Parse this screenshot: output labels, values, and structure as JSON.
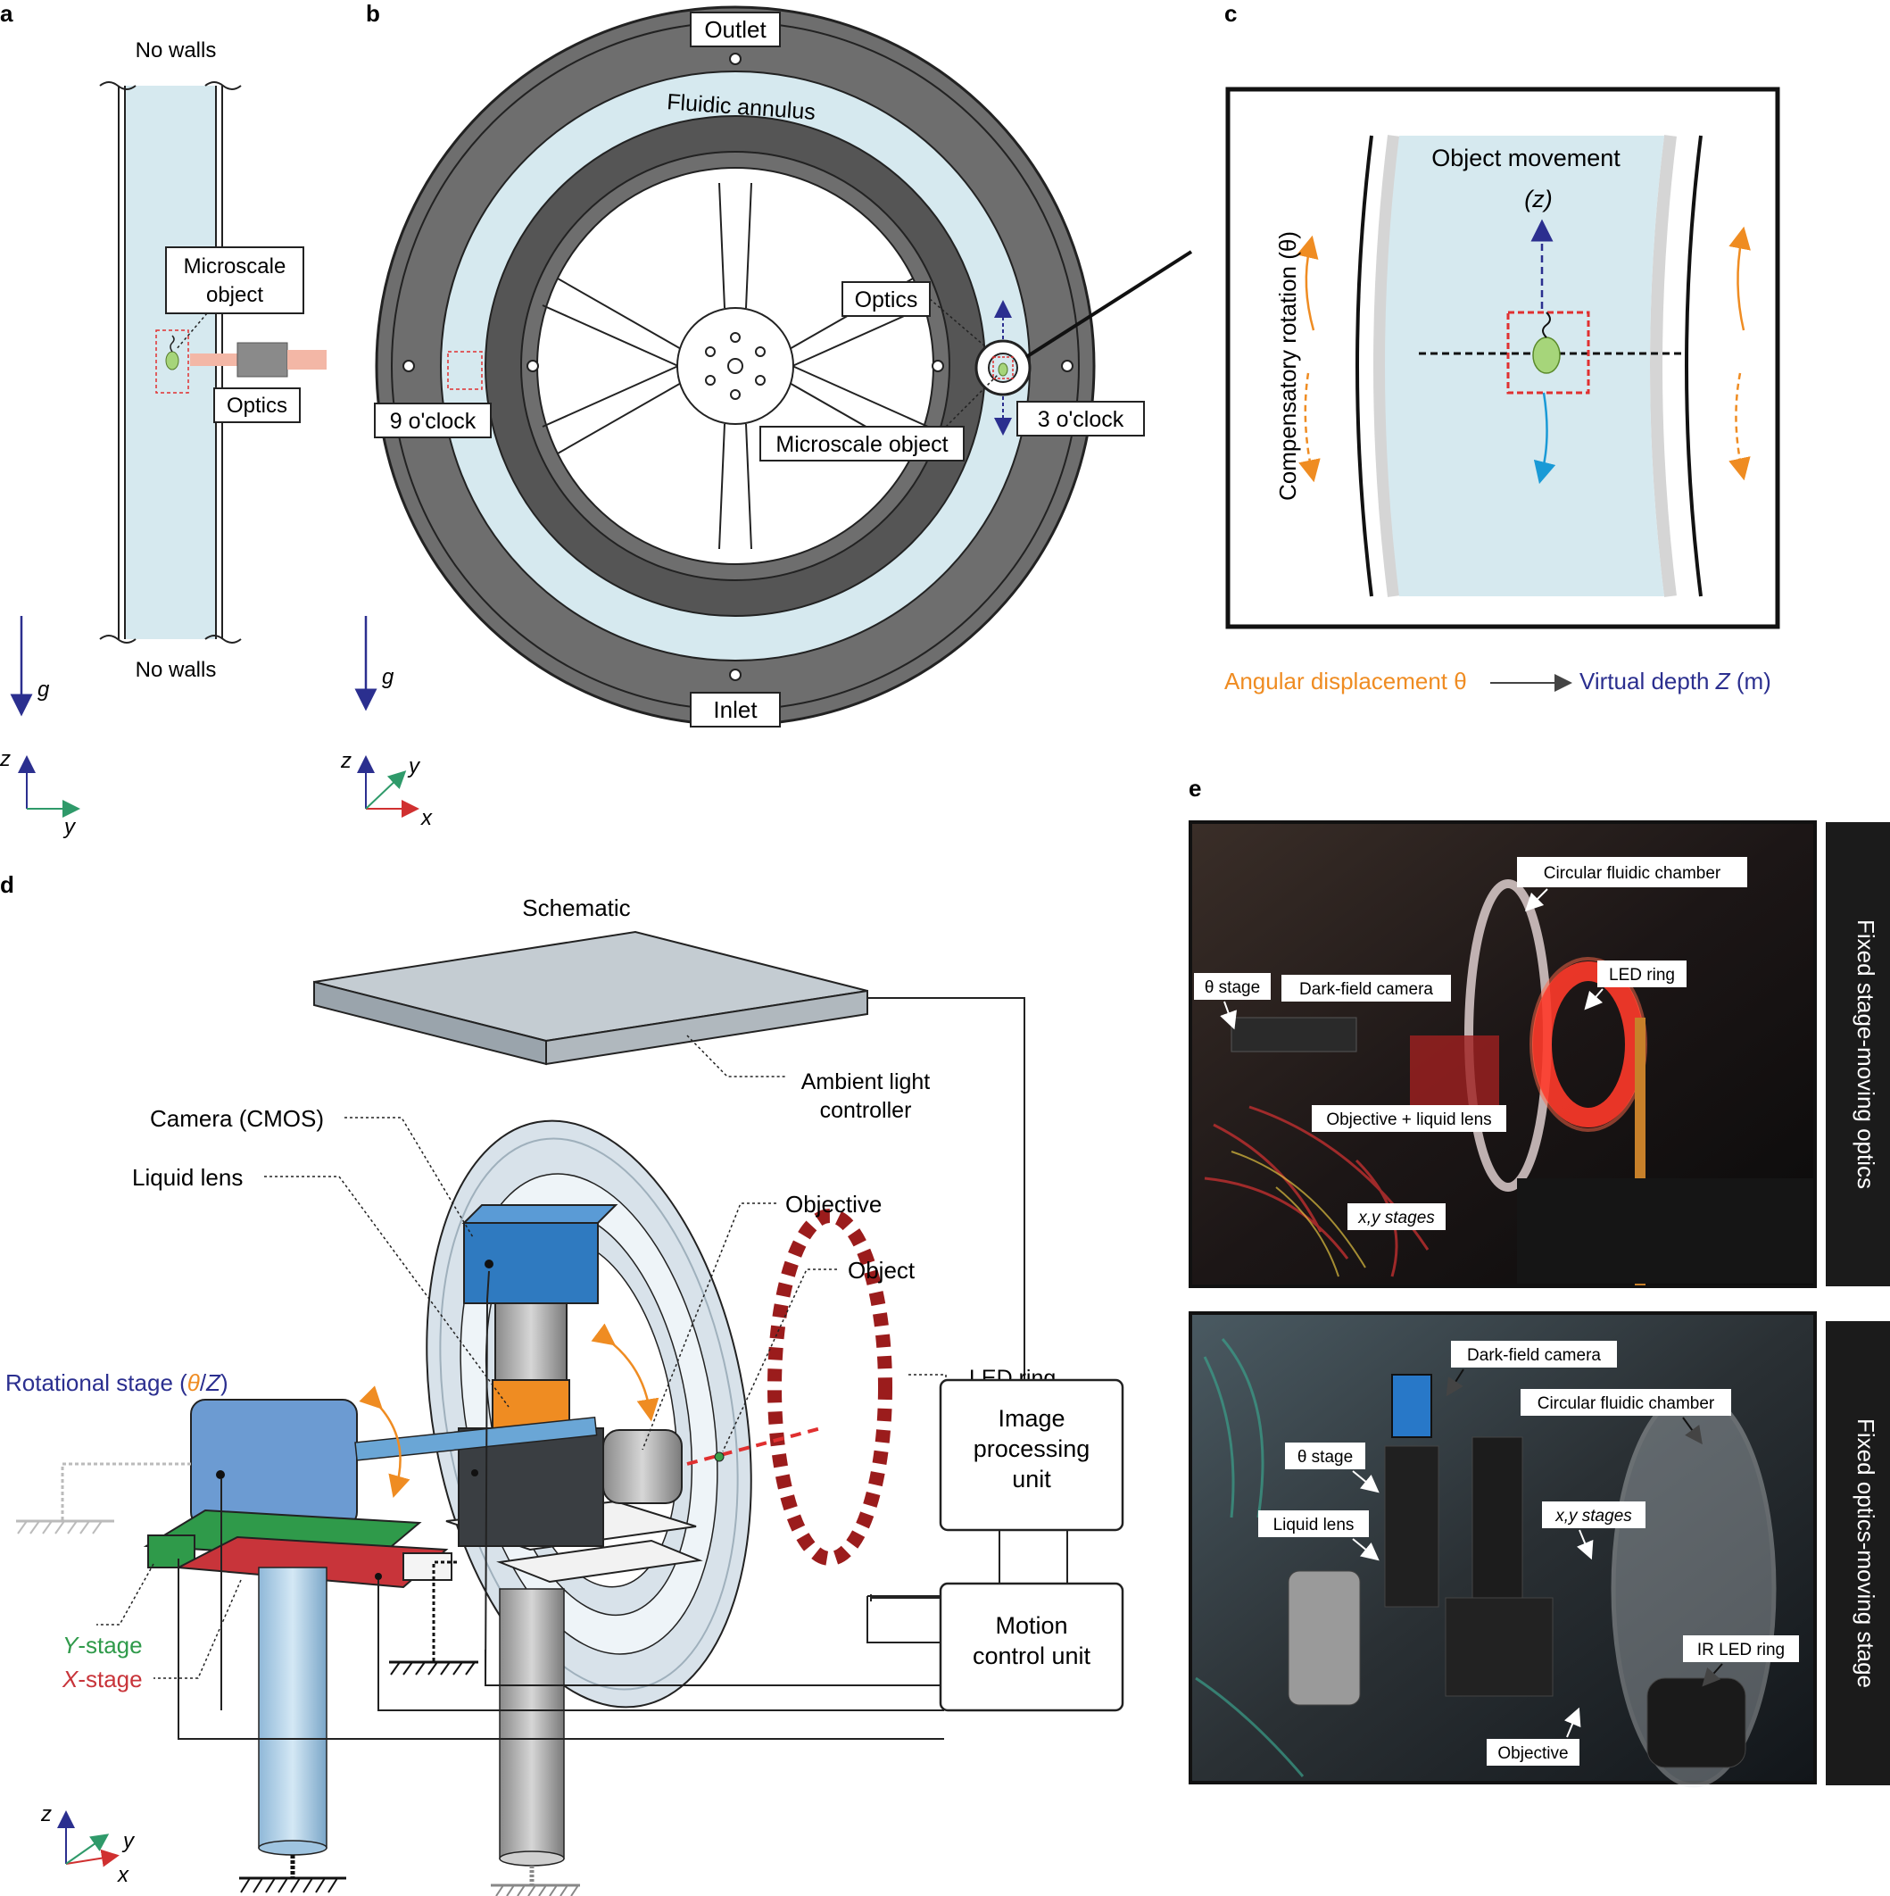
{
  "panels": {
    "a": {
      "letter": "a",
      "no_walls_top": "No walls",
      "no_walls_bottom": "No walls",
      "object_label_1": "Microscale",
      "object_label_2": "object",
      "optics": "Optics",
      "g": "g",
      "axis_z": "z",
      "axis_y": "y"
    },
    "b": {
      "letter": "b",
      "outlet": "Outlet",
      "inlet": "Inlet",
      "annulus": "Fluidic annulus",
      "optics": "Optics",
      "nine": "9 o'clock",
      "three": "3 o'clock",
      "object": "Microscale object",
      "g": "g",
      "axis_z": "z",
      "axis_y": "y",
      "axis_x": "x"
    },
    "c": {
      "letter": "c",
      "movement": "Object movement",
      "z": "(z)",
      "rotation": "Compensatory rotation (θ)",
      "angular": "Angular displacement θ",
      "virtual": "Virtual depth ",
      "virtual_z": "Z",
      "virtual_unit": " (m)"
    },
    "d": {
      "letter": "d",
      "schematic": "Schematic",
      "ambient_1": "Ambient light",
      "ambient_2": "controller",
      "camera": "Camera (CMOS)",
      "liquid_lens": "Liquid lens",
      "objective": "Objective",
      "object": "Object",
      "led_ring": "LED ring",
      "rot_stage_a": "Rotational stage (",
      "rot_stage_theta": "θ",
      "rot_stage_slash": "/",
      "rot_stage_z": "Z",
      "rot_stage_b": ")",
      "y_stage_a": "Y",
      "y_stage_b": "-stage",
      "x_stage_a": "X",
      "x_stage_b": "-stage",
      "ipu_1": "Image",
      "ipu_2": "processing",
      "ipu_3": "unit",
      "mcu_1": "Motion",
      "mcu_2": "control unit",
      "axis_z": "z",
      "axis_y": "y",
      "axis_x": "x"
    },
    "e": {
      "letter": "e",
      "top_side": "Fixed stage-moving optics",
      "top_labels": {
        "chamber": "Circular fluidic chamber",
        "theta": "θ stage",
        "darkfield": "Dark-field camera",
        "led": "LED ring",
        "objective": "Objective + liquid lens",
        "xy": "x,y stages"
      },
      "bottom_side": "Fixed optics-moving stage",
      "bottom_labels": {
        "darkfield": "Dark-field camera",
        "chamber": "Circular fluidic chamber",
        "theta": "θ stage",
        "liquid": "Liquid lens",
        "xy": "x,y stages",
        "ir_led": "IR LED ring",
        "objective": "Objective"
      }
    }
  },
  "colors": {
    "fluid": "#d6e9ef",
    "ring_dark": "#6e6e6e",
    "ring_darker": "#555555",
    "orange": "#ef8c22",
    "blue_text": "#2b2f8f",
    "green_stage": "#2f9a4a",
    "red_stage": "#c8343a",
    "camera_blue": "#2f7ac0",
    "object_green": "#a6d57a",
    "led_red": "#9b1c1c"
  }
}
